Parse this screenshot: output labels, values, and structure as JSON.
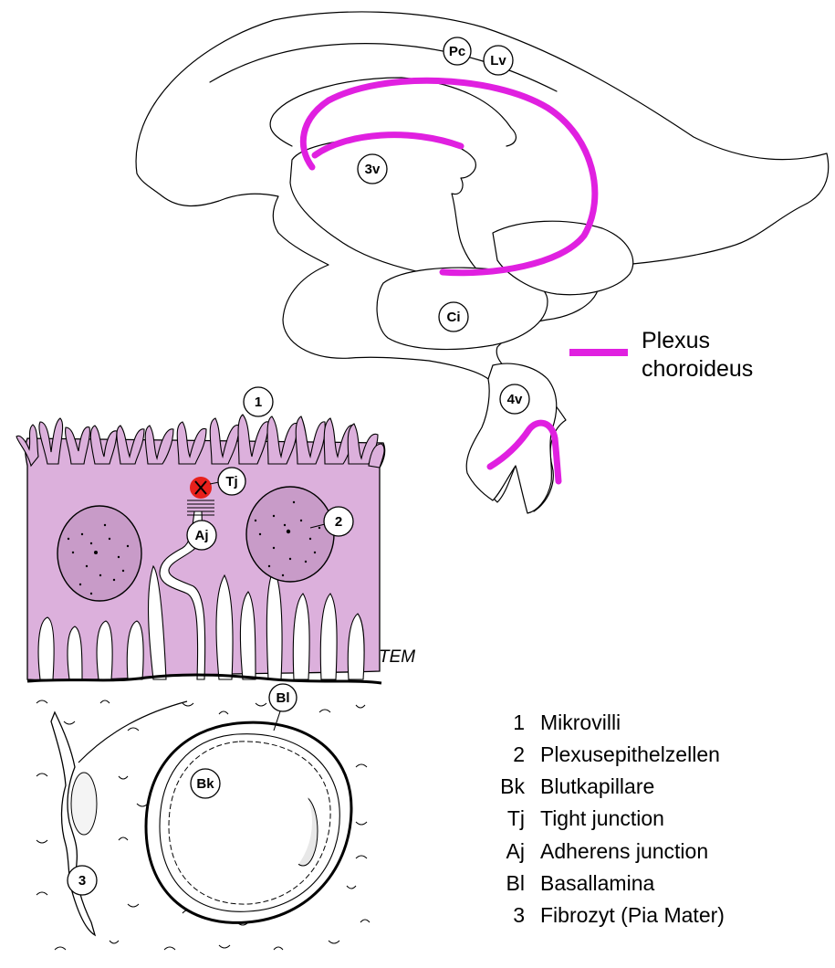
{
  "colors": {
    "plexus": "#e020e0",
    "epithelium": "#dcb0dc",
    "tight_junction": "#e8201c",
    "outline": "#000000"
  },
  "brain_labels": {
    "pc": "Pc",
    "lv": "Lv",
    "v3": "3v",
    "ci": "Ci",
    "v4": "4v"
  },
  "plexus_legend": {
    "line1": "Plexus",
    "line2": "choroideus"
  },
  "tissue_labels": {
    "mikrovilli": "1",
    "tj": "Tj",
    "aj": "Aj",
    "epithel": "2",
    "bl": "Bl",
    "bk": "Bk",
    "fibrozyt": "3",
    "tem": "TEM"
  },
  "legend": [
    {
      "key": "1",
      "text": "Mikrovilli"
    },
    {
      "key": "2",
      "text": "Plexusepithelzellen"
    },
    {
      "key": "Bk",
      "text": "Blutkapillare"
    },
    {
      "key": "Tj",
      "text": "Tight junction"
    },
    {
      "key": "Aj",
      "text": "Adherens junction"
    },
    {
      "key": "Bl",
      "text": "Basallamina"
    },
    {
      "key": "3",
      "text": "Fibrozyt (Pia Mater)"
    }
  ]
}
